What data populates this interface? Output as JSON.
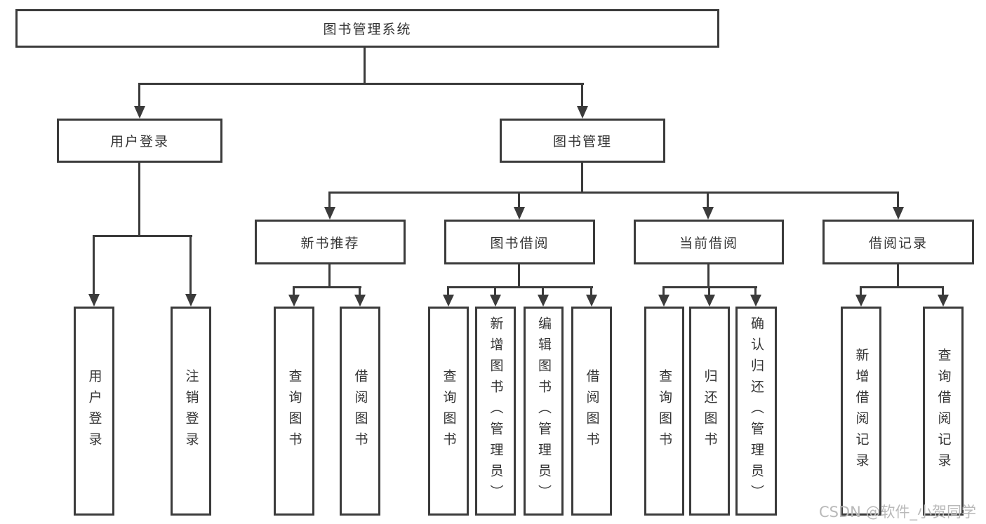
{
  "tree": {
    "label": "图书管理系统",
    "children": [
      {
        "label": "用户登录",
        "children": [
          {
            "label": "用户登录"
          },
          {
            "label": "注销登录"
          }
        ]
      },
      {
        "label": "图书管理",
        "children": [
          {
            "label": "新书推荐",
            "children": [
              {
                "label": "查询图书"
              },
              {
                "label": "借阅图书"
              }
            ]
          },
          {
            "label": "图书借阅",
            "children": [
              {
                "label": "查询图书"
              },
              {
                "label": "新增图书（管理员）"
              },
              {
                "label": "编辑图书（管理员）"
              },
              {
                "label": "借阅图书"
              }
            ]
          },
          {
            "label": "当前借阅",
            "children": [
              {
                "label": "查询图书"
              },
              {
                "label": "归还图书"
              },
              {
                "label": "确认归还（管理员）"
              }
            ]
          },
          {
            "label": "借阅记录",
            "children": [
              {
                "label": "新增借阅记录"
              },
              {
                "label": "查询借阅记录"
              }
            ]
          }
        ]
      }
    ]
  },
  "watermark": {
    "text": "CSDN @软件_小贺同学"
  },
  "colors": {
    "line": "#3b3b3b",
    "box_border": "#3b3b3b",
    "text": "#333333",
    "watermark": "#b9b9b9",
    "background": "#ffffff"
  }
}
